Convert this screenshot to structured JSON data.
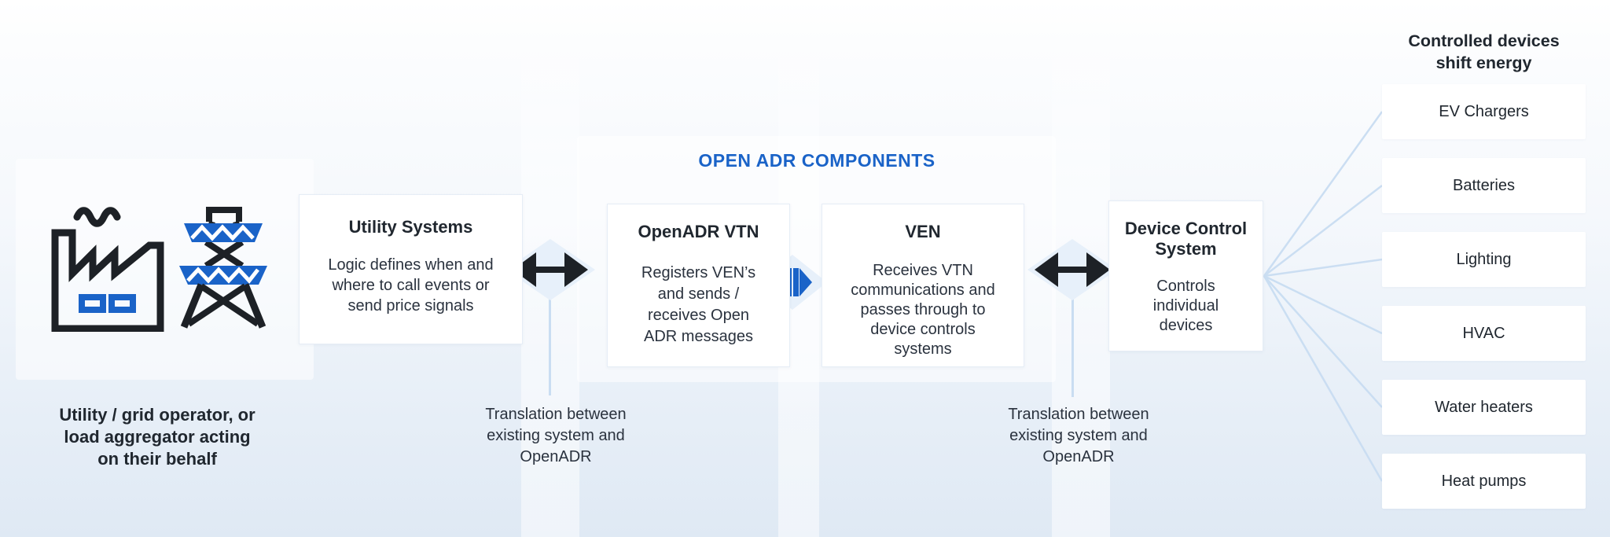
{
  "colors": {
    "blue": "#1A63C8",
    "ink": "#1D2126",
    "line": "#C9DDF2",
    "diamond": "#E7F0FA",
    "text_dark": "#20272F",
    "text_body": "#2A323E"
  },
  "left_group": {
    "caption": "Utility / grid operator, or\nload aggregator acting\non their behalf",
    "factory_icon": "factory-icon",
    "tower_icon": "transmission-tower-icon"
  },
  "utility_systems": {
    "title": "Utility Systems",
    "body": "Logic defines when and\nwhere to call events or\nsend price signals"
  },
  "openadr": {
    "heading": "OPEN ADR COMPONENTS",
    "vtn": {
      "title": "OpenADR VTN",
      "body": "Registers VEN’s\nand sends /\nreceives Open\nADR messages"
    },
    "ven": {
      "title": "VEN",
      "body": "Receives VTN\ncommunications and\npasses through to\ndevice controls\nsystems"
    }
  },
  "device_control": {
    "title": "Device Control\nSystem",
    "body": "Controls\nindividual\ndevices"
  },
  "arrows": {
    "utility_to_vtn": "black-double-arrow-icon",
    "vtn_to_ven": "blue-double-arrow-icon",
    "ven_to_dcs": "black-double-arrow-icon"
  },
  "translation_left": "Translation between\nexisting system and\nOpenADR",
  "translation_right": "Translation between\nexisting system and\nOpenADR",
  "controlled": {
    "heading": "Controlled devices\nshift energy",
    "items": [
      {
        "label": "EV Chargers"
      },
      {
        "label": "Batteries"
      },
      {
        "label": "Lighting"
      },
      {
        "label": "HVAC"
      },
      {
        "label": "Water heaters"
      },
      {
        "label": "Heat pumps"
      }
    ]
  }
}
